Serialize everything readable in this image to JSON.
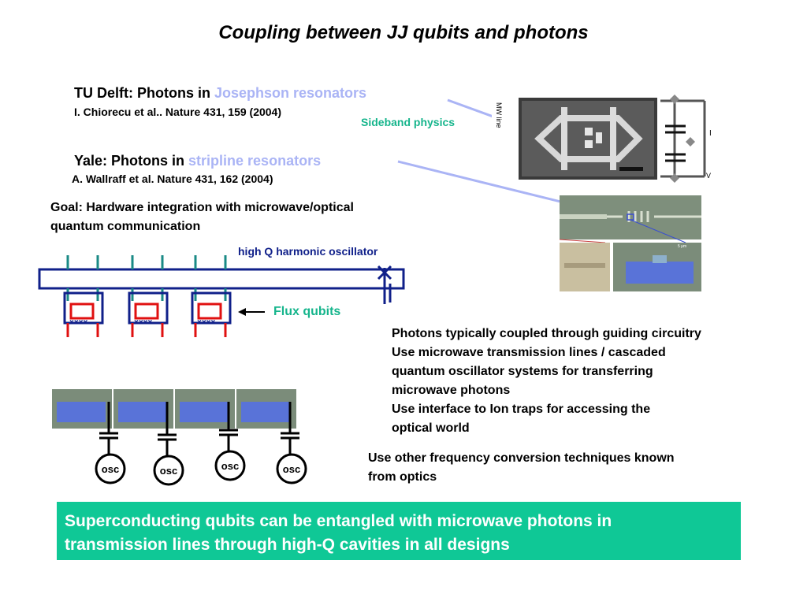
{
  "slide": {
    "title": "Coupling between JJ qubits and photons",
    "delft": {
      "heading_prefix": "TU Delft: Photons in ",
      "heading_accent": "Josephson resonators",
      "reference": "I. Chiorecu et al.. Nature 431, 159 (2004)",
      "sideband": "Sideband physics"
    },
    "yale": {
      "heading_prefix": "Yale: Photons in ",
      "heading_accent": "stripline resonators",
      "reference": "A. Wallraff et al. Nature 431, 162 (2004)"
    },
    "goal": [
      "Goal: Hardware integration with microwave/optical",
      "quantum communication"
    ],
    "circuit": {
      "oscillator_label": "high Q harmonic oscillator",
      "flux_label": "Flux qubits",
      "osc_labels": [
        "osc",
        "osc",
        "osc",
        "osc"
      ]
    },
    "photons_text": [
      "Photons typically coupled through guiding circuitry",
      "Use microwave transmission lines / cascaded",
      "quantum oscillator systems for  transferring",
      "microwave photons",
      "Use interface to Ion traps for accessing the",
      "optical world"
    ],
    "freq_text": [
      "Use other frequency conversion techniques known",
      "from optics"
    ],
    "banner": [
      "Superconducting qubits can be entangled with microwave photons in",
      "transmission lines through high-Q cavities in all designs"
    ],
    "figure_labels": {
      "mw_line": "MW line",
      "i_label": "I",
      "v_label": "V",
      "scale": "5 μm"
    },
    "colors": {
      "accent": "#aab4f5",
      "green": "#16b58c",
      "navy": "#10208a",
      "teal_wire": "#1a8a86",
      "red_wire": "#e01010",
      "banner": "#0fc896"
    }
  }
}
